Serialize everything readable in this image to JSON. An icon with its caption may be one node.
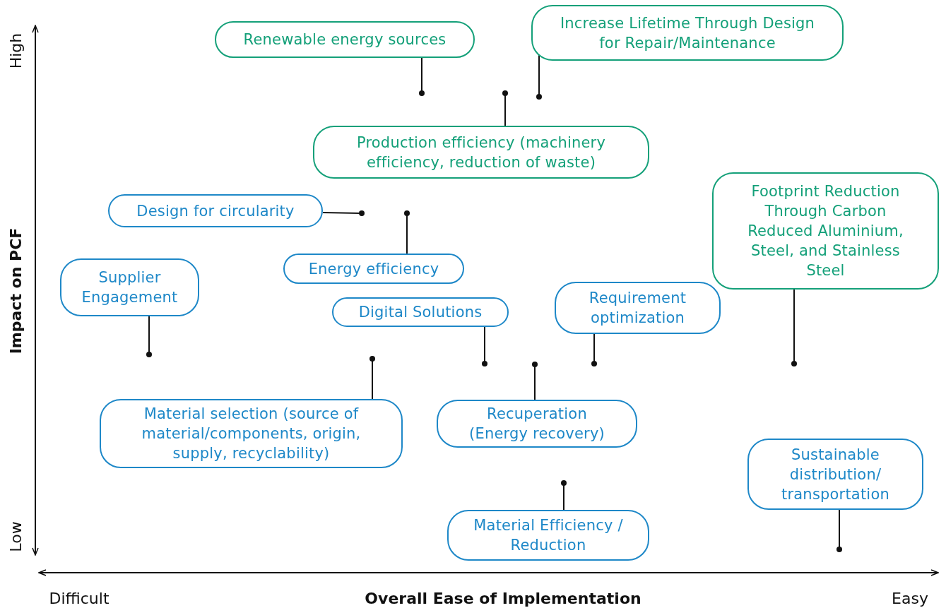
{
  "diagram": {
    "nodes": [
      {
        "text": [
          "Renewable energy sources"
        ]
      },
      {
        "text": [
          "Increase Lifetime Through Design for Repair/Maintenance"
        ]
      },
      {
        "text": [
          "Production efficiency (machinery efficiency, reduction of waste)"
        ]
      },
      {
        "text": [
          "Design for circularity"
        ]
      },
      {
        "text": [
          "Energy efficiency"
        ]
      },
      {
        "text": [
          "Supplier Engagement"
        ]
      },
      {
        "text": [
          "Digital Solutions"
        ]
      },
      {
        "text": [
          "Requirement optimization"
        ]
      },
      {
        "text": [
          "Footprint Reduction Through Carbon Reduced Aluminium, Steel, and Stainless Steel"
        ]
      },
      {
        "text": [
          "Material selection (source of material/components, origin, supply, recyclability)"
        ]
      },
      {
        "text": [
          "Recuperation (Energy recovery)"
        ]
      },
      {
        "text": [
          "Material Efficiency / Reduction"
        ]
      },
      {
        "text": [
          "Sustainable distribution/ transportation"
        ]
      }
    ],
    "edges": [
      {
        "from": 0,
        "to": null,
        "arrow": "other"
      },
      {
        "from": 1,
        "to": null,
        "arrow": "other"
      },
      {
        "from": 2,
        "to": null,
        "arrow": "other"
      },
      {
        "from": 3,
        "to": null,
        "arrow": "other"
      },
      {
        "from": 4,
        "to": null,
        "arrow": "other"
      },
      {
        "from": 5,
        "to": null,
        "arrow": "other"
      },
      {
        "from": 6,
        "to": null,
        "arrow": "other"
      },
      {
        "from": 7,
        "to": null,
        "arrow": "other"
      },
      {
        "from": 8,
        "to": null,
        "arrow": "other"
      },
      {
        "from": 9,
        "to": null,
        "arrow": "other"
      },
      {
        "from": 10,
        "to": null,
        "arrow": "other"
      },
      {
        "from": 11,
        "to": null,
        "arrow": "other"
      },
      {
        "from": 12,
        "to": null,
        "arrow": "other"
      }
    ],
    "labels": [
      "High",
      "Impact on PCF",
      "Low",
      "Difficult",
      "Overall Ease of Implementation",
      "Easy"
    ]
  }
}
